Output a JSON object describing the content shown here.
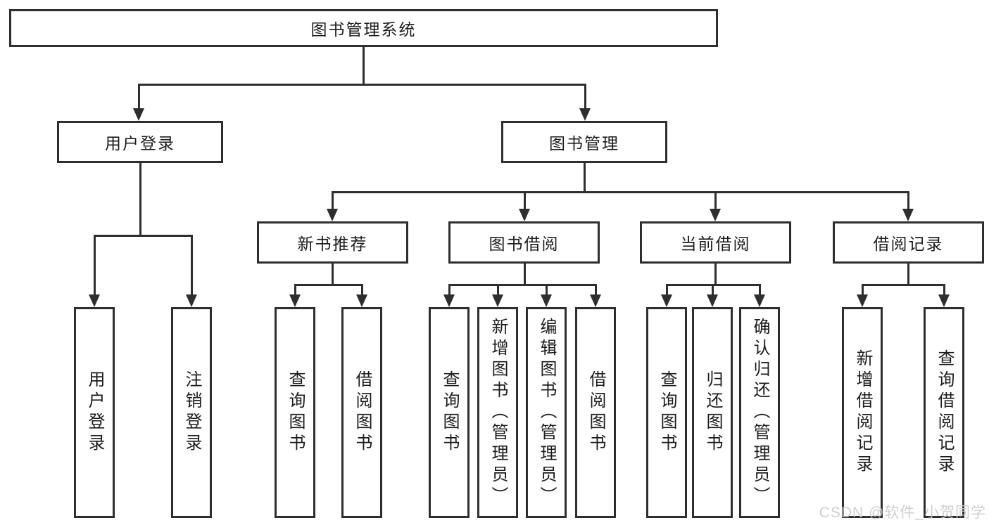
{
  "diagram": {
    "root": {
      "label": "图书管理系统"
    },
    "branches": [
      {
        "label": "用户登录",
        "children": [
          "用户登录",
          "注销登录"
        ]
      },
      {
        "label": "图书管理"
      }
    ],
    "modules": [
      {
        "label": "新书推荐",
        "children": [
          "查询图书",
          "借阅图书"
        ]
      },
      {
        "label": "图书借阅",
        "children": [
          "查询图书",
          "新增图书（管理员）",
          "编辑图书（管理员）",
          "借阅图书"
        ]
      },
      {
        "label": "当前借阅",
        "children": [
          "查询图书",
          "归还图书",
          "确认归还（管理员）"
        ]
      },
      {
        "label": "借阅记录",
        "children": [
          "新增借阅记录",
          "查询借阅记录"
        ]
      }
    ],
    "line_color": "#2e2e2e"
  },
  "watermark": {
    "text": "CSDN @软件_小贺同学",
    "color": "#cbcbcb"
  }
}
